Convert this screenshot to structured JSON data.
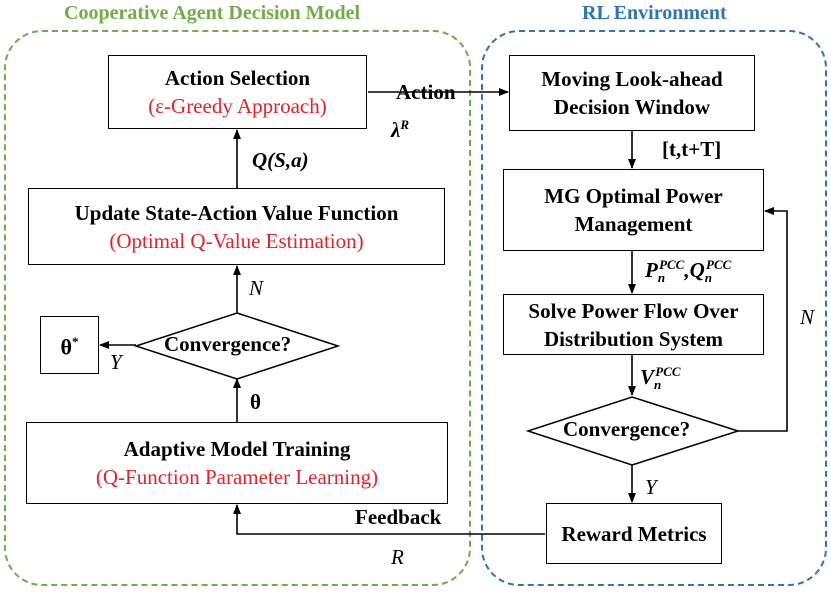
{
  "left_group": {
    "title": "Cooperative Agent Decision Model",
    "color": "#70ad47"
  },
  "right_group": {
    "title": "RL Environment",
    "color": "#2e75b6"
  },
  "nodes": {
    "action_selection": {
      "line1": "Action Selection",
      "line2": "(ε-Greedy Approach)"
    },
    "update_value": {
      "line1": "Update State-Action Value Function",
      "line2": "(Optimal Q-Value Estimation)"
    },
    "convergence_left": {
      "text": "Convergence?"
    },
    "theta_star": {
      "text": "θ",
      "sup": "*"
    },
    "adaptive_training": {
      "line1": "Adaptive Model Training",
      "line2": "(Q-Function Parameter Learning)"
    },
    "lookahead": {
      "line1": "Moving Look-ahead",
      "line2": "Decision Window"
    },
    "mg_power": {
      "line1": "MG Optimal Power",
      "line2": "Management"
    },
    "power_flow": {
      "line1": "Solve Power Flow Over",
      "line2": "Distribution System"
    },
    "convergence_right": {
      "text": "Convergence?"
    },
    "reward": {
      "text": "Reward Metrics"
    }
  },
  "edge_labels": {
    "action": "Action",
    "lambda": "λ",
    "lambda_sup": "R",
    "q_sa": "Q(S,a)",
    "n_left": "N",
    "y_left": "Y",
    "theta": "θ",
    "window": "[t,t+T]",
    "p": "P",
    "p_sub": "n",
    "p_sup": "PCC",
    "comma": ",",
    "q": "Q",
    "q_sub": "n",
    "q_sup": "PCC",
    "v": "V",
    "v_sub": "n",
    "v_sup": "PCC",
    "n_right": "N",
    "y_right": "Y",
    "feedback": "Feedback",
    "r": "R"
  }
}
